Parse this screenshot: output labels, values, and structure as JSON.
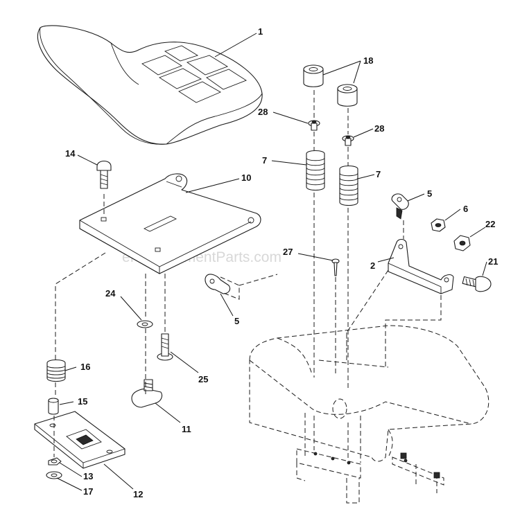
{
  "watermark": "eReplacementParts.com",
  "callouts": {
    "c1": "1",
    "c2": "2",
    "c5a": "5",
    "c5b": "5",
    "c6": "6",
    "c7a": "7",
    "c7b": "7",
    "c10": "10",
    "c11": "11",
    "c12": "12",
    "c13": "13",
    "c14": "14",
    "c15": "15",
    "c16": "16",
    "c17": "17",
    "c18": "18",
    "c21": "21",
    "c22": "22",
    "c24": "24",
    "c25": "25",
    "c27": "27",
    "c28a": "28",
    "c28b": "28"
  }
}
